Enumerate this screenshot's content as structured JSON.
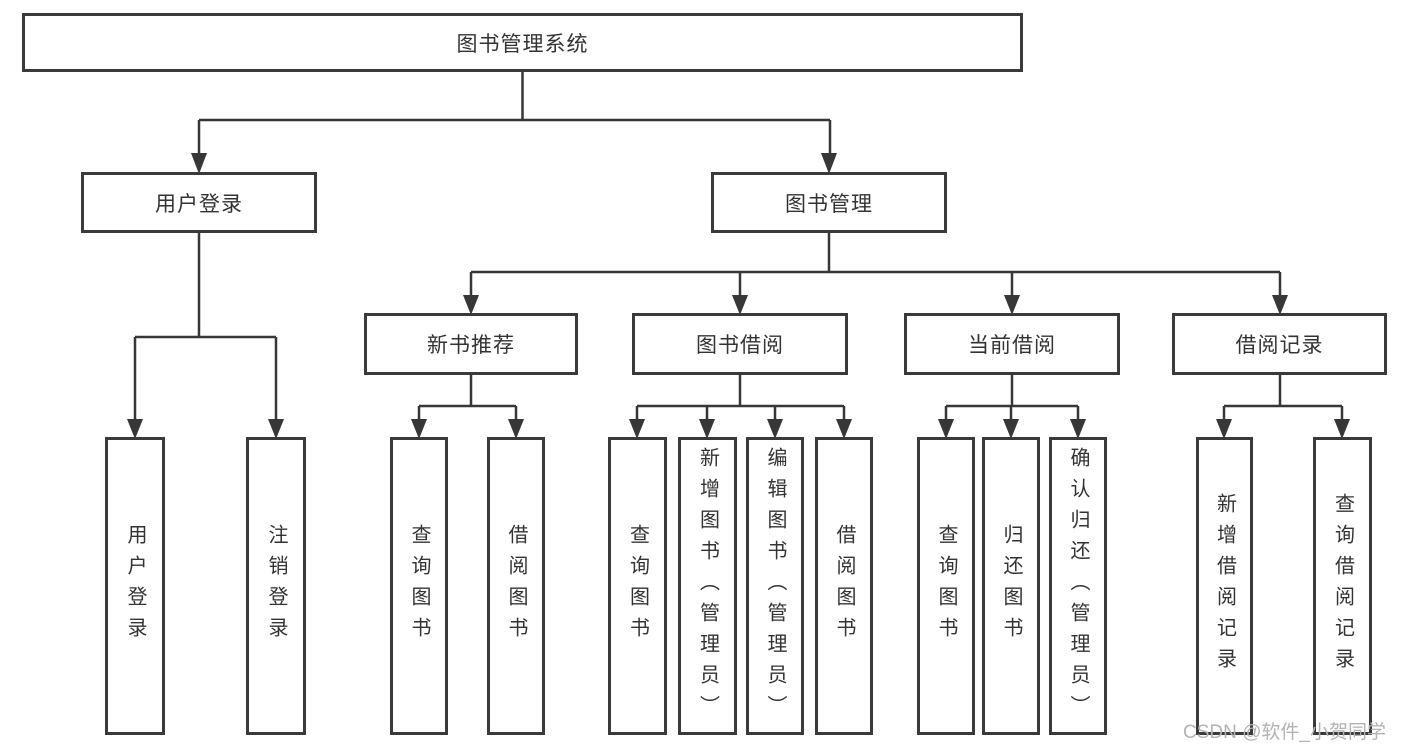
{
  "diagram_title": "图书管理系统",
  "tree": {
    "root": {
      "label": "图书管理系统"
    },
    "branches": [
      {
        "label": "用户登录",
        "leaves": [
          {
            "label": "用户登录"
          },
          {
            "label": "注销登录"
          }
        ]
      },
      {
        "label": "图书管理",
        "groups": [
          {
            "label": "新书推荐",
            "leaves": [
              {
                "label": "查询图书"
              },
              {
                "label": "借阅图书"
              }
            ]
          },
          {
            "label": "图书借阅",
            "leaves": [
              {
                "label": "查询图书"
              },
              {
                "label": "新增图书（管理员）"
              },
              {
                "label": "编辑图书（管理员）"
              },
              {
                "label": "借阅图书"
              }
            ]
          },
          {
            "label": "当前借阅",
            "leaves": [
              {
                "label": "查询图书"
              },
              {
                "label": "归还图书"
              },
              {
                "label": "确认归还（管理员）"
              }
            ]
          },
          {
            "label": "借阅记录",
            "leaves": [
              {
                "label": "新增借阅记录"
              },
              {
                "label": "查询借阅记录"
              }
            ]
          }
        ]
      }
    ]
  },
  "watermark": "CSDN @软件_小贺同学",
  "colors": {
    "line": "#373737",
    "box_border": "#3a3a3a",
    "text": "#333333",
    "background": "#ffffff",
    "watermark": "#b3b3b3"
  }
}
